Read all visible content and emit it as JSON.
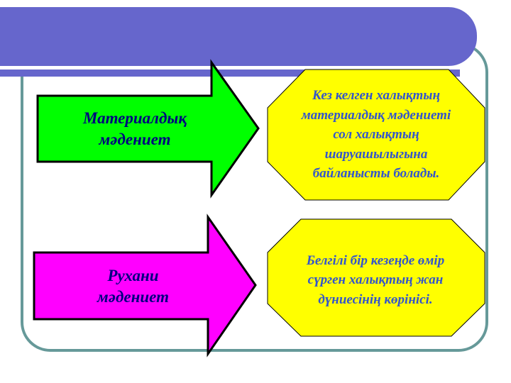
{
  "colors": {
    "banner": "#6666cc",
    "frame": "#669999",
    "arrow_material_fill": "#00ff00",
    "arrow_spiritual_fill": "#ff00ff",
    "octagon_fill": "#ffff00",
    "arrow_text": "#000080",
    "octagon_text": "#3355cc",
    "outline": "#000000"
  },
  "diagram": {
    "rows": [
      {
        "arrow": {
          "label_lines": [
            "Материалдық",
            "мәдениет"
          ]
        },
        "description": {
          "lines": [
            "Кез келген халықтың",
            "материалдық мәдениеті",
            "сол халықтың",
            "шаруашылыгына",
            "байланысты болады."
          ]
        }
      },
      {
        "arrow": {
          "label_lines": [
            "Рухани",
            "мәдениет"
          ]
        },
        "description": {
          "lines": [
            "Белгілі бір кезеңде өмір",
            "сүрген халықтың жан",
            "дүниесінің көрінісі."
          ]
        }
      }
    ]
  }
}
